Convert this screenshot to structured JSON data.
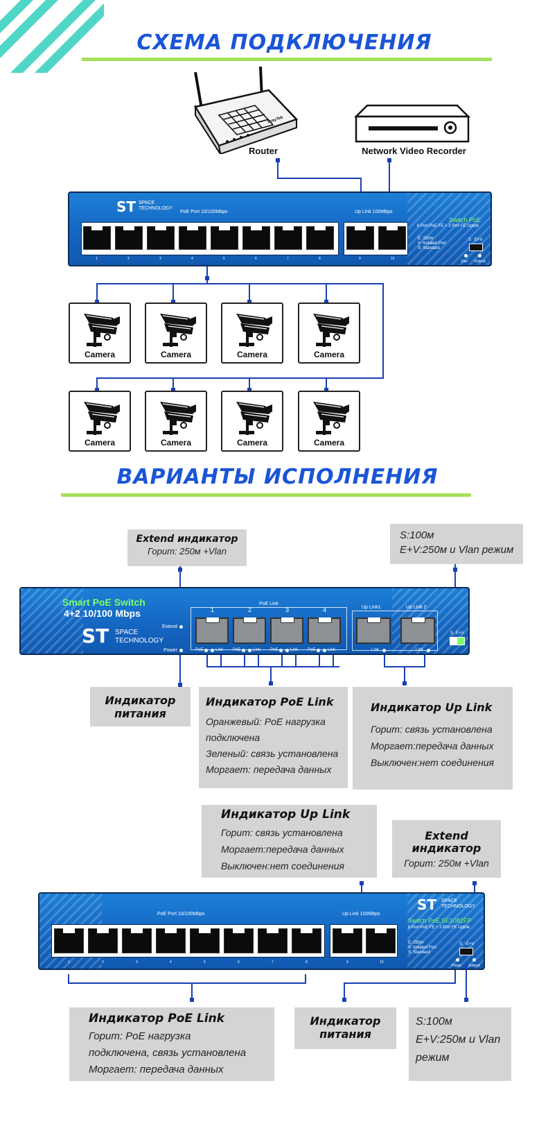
{
  "section1": {
    "title": "СХЕМА ПОДКЛЮЧЕНИЯ"
  },
  "section2": {
    "title": "ВАРИАНТЫ ИСПОЛНЕНИЯ"
  },
  "devices": {
    "router": "Router",
    "router_brand": "DrayTek",
    "nvr": "Network Video Recorder"
  },
  "switch1": {
    "logo_st": "ST",
    "logo_space": "SPACE",
    "logo_technology": "TECHNOLOGY",
    "poe_label": "PoE Port 10/100Mbps",
    "uplink_label": "Up Link 100Mbps",
    "model": "Switch PoE",
    "spec": "8 Port PoE FE + 2 Port FE Uplink",
    "mode_e": "E: 250m",
    "mode_v": "V: Isolated Port",
    "mode_s": "S: Standard",
    "dip_s": "S",
    "dip_ev": "E+V",
    "led_vlan": "Vlan",
    "led_extend": "Extend",
    "port_numbers": [
      "1",
      "2",
      "3",
      "4",
      "5",
      "6",
      "7",
      "8",
      "9",
      "10"
    ]
  },
  "camera_label": "Camera",
  "switch2": {
    "title1": "Smart PoE Switch",
    "title2": "4+2  10/100 Mbps",
    "logo_st": "ST",
    "logo_space": "SPACE",
    "logo_technology": "TECHNOLOGY",
    "extend": "Extend",
    "power": "Power",
    "poe_link": "PoE Link",
    "nums": [
      "1",
      "2",
      "3",
      "4"
    ],
    "uplink1": "Up Link1",
    "uplink2": "Up Link 2",
    "led_poe": "PoE",
    "led_link": "Link",
    "dip_s": "S",
    "dip_ev": "E+V"
  },
  "boxes2": {
    "extend": {
      "title": "Extend индикатор",
      "line": "Горит: 250м +Vlan"
    },
    "mode": {
      "line1": "S:100м",
      "line2": "E+V:250м и Vlan режим"
    },
    "power": {
      "title1": "Индикатор",
      "title2": "питания"
    },
    "poe": {
      "title": "Индикатор PoE Link",
      "lines": [
        "Оранжевый: PoE нагрузка",
        "подключена",
        "Зеленый: связь установлена",
        "Моргает: передача данных"
      ]
    },
    "uplink": {
      "title": "Индикатор Up Link",
      "lines": [
        "Горит: связь установлена",
        "Моргает:передача данных",
        "Выключен:нет соединения"
      ]
    }
  },
  "switch3": {
    "logo_st": "ST",
    "logo_space": "SPACE",
    "logo_technology": "TECHNOLOGY",
    "poe_label": "PoE Port 10/100Mbps",
    "uplink_label": "Up Link 100Mbps",
    "model": "Switch PoE SF1082FP",
    "spec": "8 Port PoE FE + 2 Port FE Uplink",
    "mode_e": "E: 250m",
    "mode_v": "V: Isolated Port",
    "mode_s": "S: Standard",
    "dip_s": "S",
    "dip_ev": "E+V",
    "led_power": "Power",
    "led_extend": "Extend",
    "port_numbers": [
      "1",
      "2",
      "3",
      "4",
      "5",
      "6",
      "7",
      "8",
      "9",
      "10"
    ]
  },
  "boxes3": {
    "uplink": {
      "title": "Индикатор Up Link",
      "lines": [
        "Горит: связь установлена",
        "Моргает:передача данных",
        "Выключен:нет соединения"
      ]
    },
    "extend": {
      "title1": "Extend",
      "title2": "индикатор",
      "line": "Горит: 250м +Vlan"
    },
    "poe": {
      "title": "Индикатор PoE Link",
      "lines": [
        "Горит: PoE нагрузка",
        "подключена, связь установлена",
        "Моргает: передача данных"
      ]
    },
    "power": {
      "title1": "Индикатор",
      "title2": "питания"
    },
    "mode": {
      "line1": "S:100м",
      "line2": "E+V:250м и Vlan",
      "line3": "режим"
    }
  },
  "colors": {
    "title_blue": "#1a55d6",
    "accent_green": "#a6e05b",
    "switch_blue": "#1566c2",
    "wire_blue": "#1a3fb5",
    "stripe_teal": "#4fd6c6",
    "box_gray": "#d4d4d4"
  }
}
